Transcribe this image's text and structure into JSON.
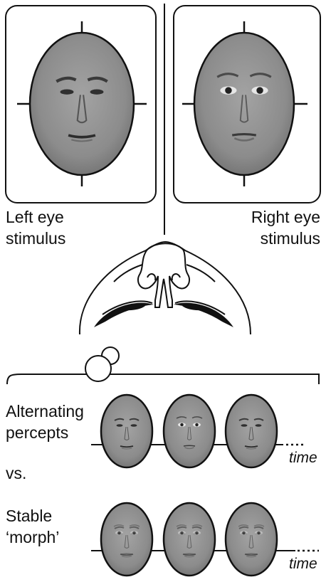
{
  "stimuli": {
    "left_label_line1": "Left eye",
    "left_label_line2": "stimulus",
    "right_label_line1": "Right eye",
    "right_label_line2": "stimulus"
  },
  "percepts": {
    "alternating_line1": "Alternating",
    "alternating_line2": "percepts",
    "vs": "vs.",
    "stable_line1": "Stable",
    "stable_line2": "‘morph’",
    "time_label_1": "time",
    "time_label_2": "time"
  },
  "colors": {
    "face_gray": "#8c8c8c",
    "outline": "#111111"
  }
}
